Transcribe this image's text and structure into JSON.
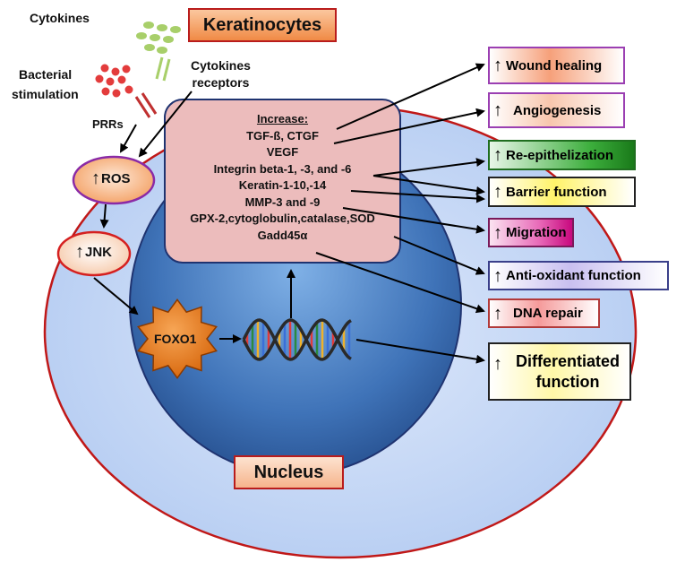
{
  "labels": {
    "cytokines": "Cytokines",
    "bacterial_stimulation_1": "Bacterial",
    "bacterial_stimulation_2": "stimulation",
    "cytokines_receptors_1": "Cytokines",
    "cytokines_receptors_2": "receptors",
    "prrs": "PRRs",
    "keratinocytes": "Keratinocytes",
    "nucleus": "Nucleus",
    "ros": "ROS",
    "jnk": "JNK",
    "foxo1": "FOXO1",
    "up_arrow": "↑"
  },
  "increase_box": {
    "heading": "Increase:",
    "items": [
      "TGF-ß, CTGF",
      "VEGF",
      "Integrin beta-1, -3, and -6",
      "Keratin-1-10,-14",
      "MMP-3 and -9",
      "GPX-2,cytoglobulin,catalase,SOD",
      "Gadd45α"
    ]
  },
  "outcomes": [
    {
      "label": "Wound healing",
      "border": "#9b3fb2",
      "fill": "#f6a07a"
    },
    {
      "label": "Angiogenesis",
      "border": "#9b3fb2",
      "fill": "#f8c6ad"
    },
    {
      "label": "Re-epithelization",
      "border": "#1f6e1f",
      "fill": "#1f8a1f"
    },
    {
      "label": "Barrier function",
      "border": "#222222",
      "fill": "#fff36a"
    },
    {
      "label": "Migration",
      "border": "#7a1a5a",
      "fill": "#d0108c"
    },
    {
      "label": "Anti-oxidant function",
      "border": "#3a3f8a",
      "fill": "#c9bff0"
    },
    {
      "label": "DNA repair",
      "border": "#b23a3a",
      "fill": "#f59a9a"
    },
    {
      "label": "Differentiated",
      "label2": "function",
      "border": "#222222",
      "fill": "#fff7a8"
    }
  ],
  "colors": {
    "cell_fill": "#c7d9f6",
    "cell_border": "#c01818",
    "nucleus_fill": "#4f86c6",
    "increase_fill": "#ecbcbc",
    "increase_border": "#1f3370",
    "keratinocytes_fill": "#f6a56a",
    "foxo1_fill": "#e87b1c"
  }
}
